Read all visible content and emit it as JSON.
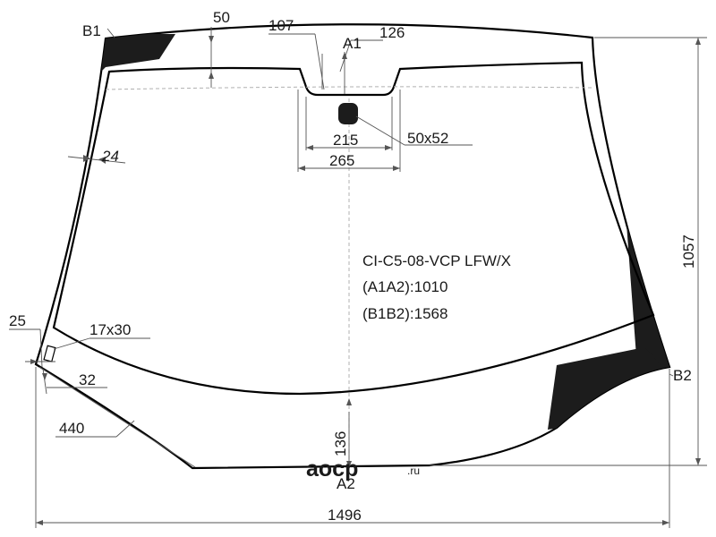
{
  "diagram": {
    "part_code": "CI-C5-08-VCP LFW/X",
    "measure_a1a2": "(A1A2):1010",
    "measure_b1b2": "(B1B2):1568",
    "points": {
      "a1": "A1",
      "a2": "A2",
      "b1": "B1",
      "b2": "B2"
    },
    "dimensions": {
      "top_band": "50",
      "mirror_offset": "107",
      "mirror_height": "126",
      "cutout_inner_width": "215",
      "cutout_outer_width": "265",
      "sensor_size": "50x52",
      "side_band": "24",
      "corner_band": "25",
      "vin_window": "17x30",
      "corner_offset": "32",
      "lower_edge": "440",
      "bottom_band": "136",
      "total_height": "1057",
      "total_width": "1496"
    }
  },
  "watermark": {
    "brand": "aocp",
    "domain": ".ru"
  },
  "colors": {
    "frit": "#1c1c1c",
    "outline": "#000000",
    "dimension_line": "#555555"
  }
}
